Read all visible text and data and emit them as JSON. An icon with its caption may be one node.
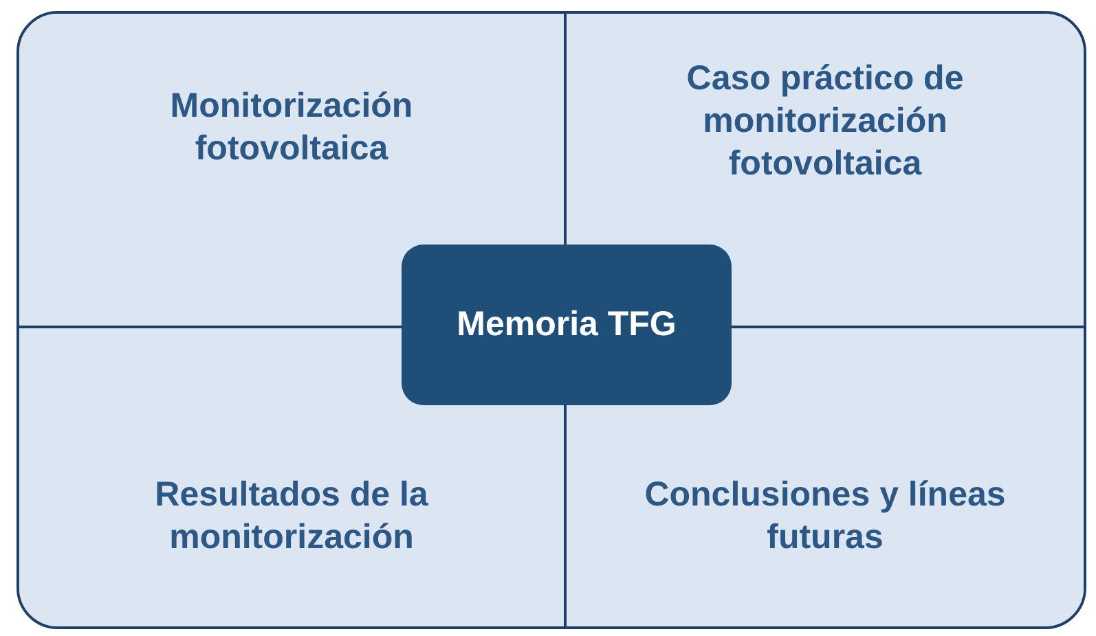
{
  "diagram": {
    "nodes": [
      {
        "text": [],
        "shape": "box"
      },
      {
        "text": [
          "Monitorización fotovoltaica"
        ],
        "in": 0
      },
      {
        "text": [
          "Caso práctico de monitorización fotovoltaica"
        ],
        "in": 0
      },
      {
        "text": [
          "Resultados de la monitorización"
        ],
        "in": 0
      },
      {
        "text": [
          "Conclusiones y líneas futuras"
        ],
        "in": 0
      },
      {
        "text": [
          "Memoria TFG"
        ],
        "in": 0
      }
    ]
  }
}
